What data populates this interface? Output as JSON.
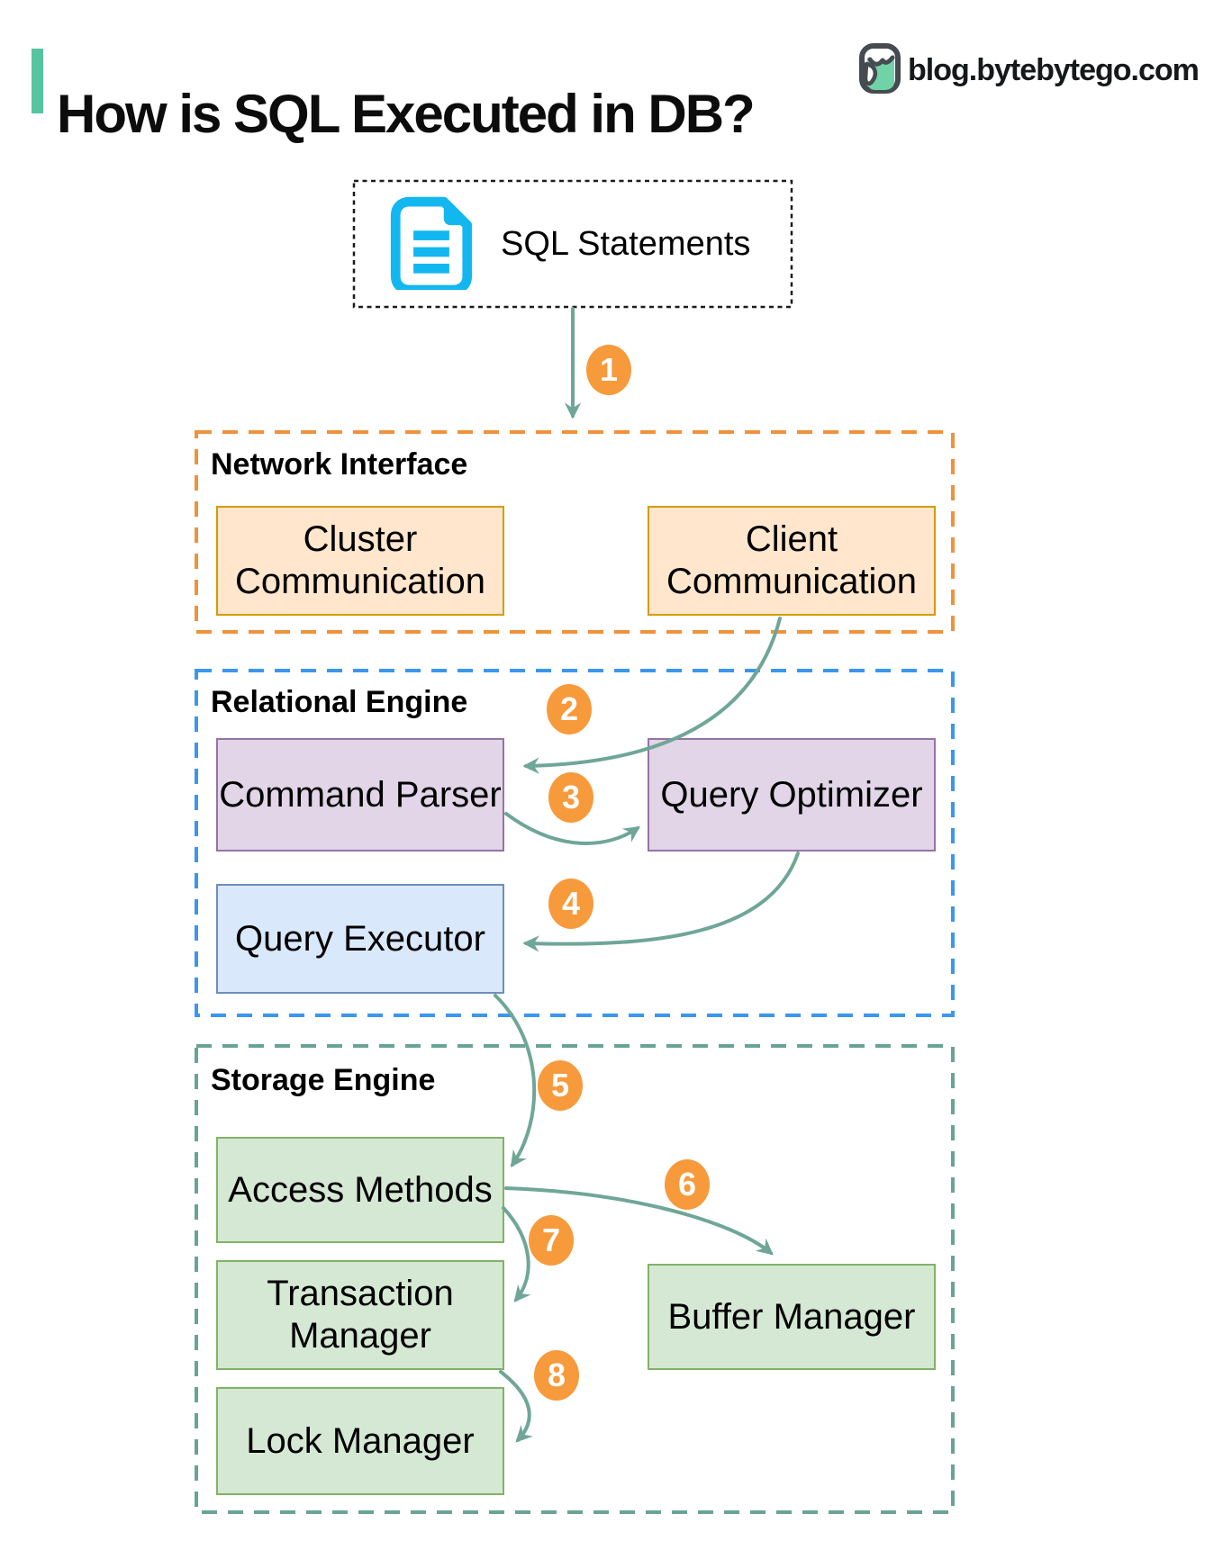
{
  "header": {
    "title": "How is SQL Executed in DB?",
    "site": "blog.bytebytego.com"
  },
  "sql_source": {
    "label": "SQL Statements",
    "icon": "document-icon"
  },
  "steps": [
    "1",
    "2",
    "3",
    "4",
    "5",
    "6",
    "7",
    "8"
  ],
  "sections": {
    "network": {
      "label": "Network Interface",
      "boxes": {
        "cluster": {
          "label": "Cluster\nCommunication"
        },
        "client": {
          "label": "Client\nCommunication"
        }
      }
    },
    "relational": {
      "label": "Relational Engine",
      "boxes": {
        "command_parser": {
          "label": "Command Parser"
        },
        "query_optimizer": {
          "label": "Query Optimizer"
        },
        "query_executor": {
          "label": "Query Executor"
        }
      }
    },
    "storage": {
      "label": "Storage Engine",
      "boxes": {
        "access_methods": {
          "label": "Access Methods"
        },
        "buffer_manager": {
          "label": "Buffer Manager"
        },
        "transaction_manager": {
          "label": "Transaction\nManager"
        },
        "lock_manager": {
          "label": "Lock Manager"
        }
      }
    }
  },
  "palette": {
    "accent_teal": "#56C3A1",
    "arrow": "#6FA697",
    "step_badge": "#F79A3B",
    "doc_icon": "#12B7F0",
    "sql_frame": "#1b1b1b",
    "network_frame": "#F0923B",
    "relational_frame": "#3B96F0",
    "storage_frame": "#68A496",
    "box_orange_fill": "#FFE6CC",
    "box_orange_border": "#D79B00",
    "box_purple_fill": "#E1D5E7",
    "box_purple_border": "#9673A6",
    "box_blue_fill": "#DAE8FC",
    "box_blue_border": "#6C8EBF",
    "box_green_fill": "#D5E8D4",
    "box_green_border": "#82B366"
  }
}
